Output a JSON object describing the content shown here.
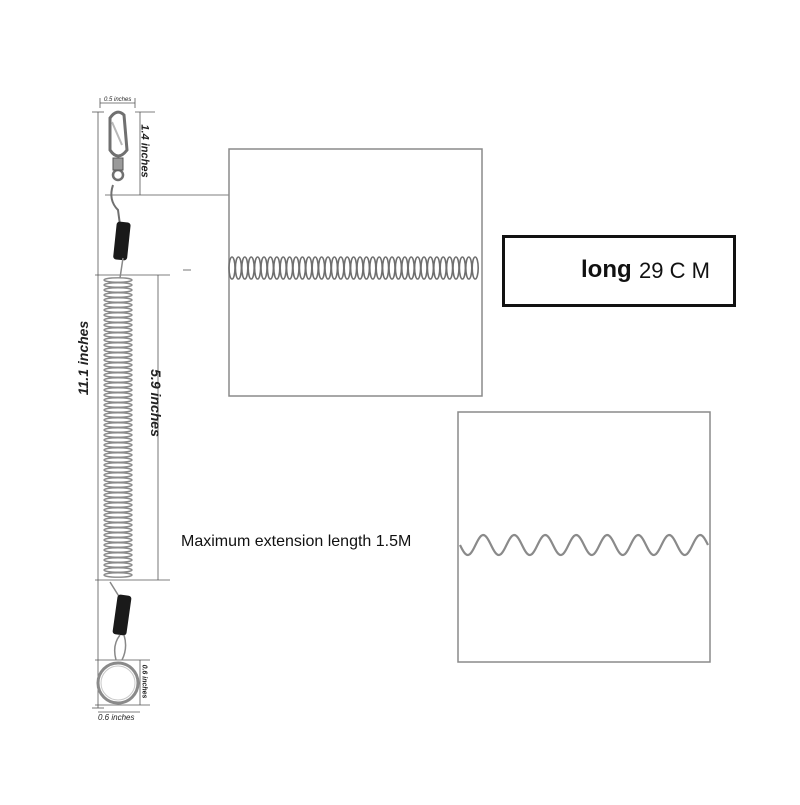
{
  "dimensions": {
    "total_length": "11.1 inches",
    "clip_length": "1.4 inches",
    "clip_width": "0.5 inches",
    "coil_length": "5.9 inches",
    "ring_height": "0.6 inches",
    "ring_width": "0.6 inches"
  },
  "info_box": {
    "word": "long",
    "value": "29 C M"
  },
  "extension_label": "Maximum extension length 1.5M",
  "colors": {
    "line": "#333333",
    "metal": "#b8b8b8",
    "metal_dark": "#707070",
    "sleeve": "#1a1a1a",
    "frame": "#8a8a8a"
  }
}
